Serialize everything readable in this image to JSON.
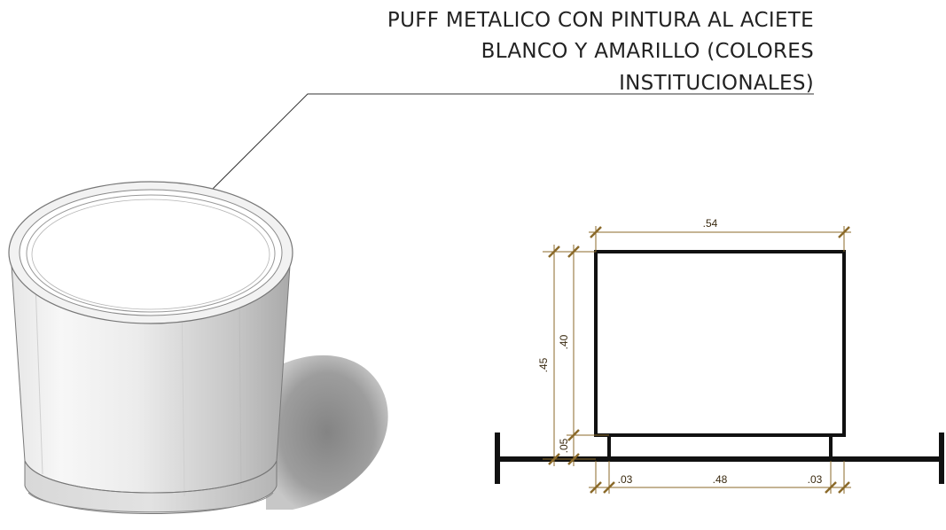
{
  "note": {
    "lines": [
      "PUFF  METALICO CON PINTURA AL ACIETE",
      "BLANCO Y AMARILLO (COLORES",
      "INSTITUCIONALES)"
    ]
  },
  "dimensions": {
    "overall_width": ".54",
    "total_height": ".45",
    "seat_height": ".40",
    "leg_height": ".05",
    "leg_offset_left": ".03",
    "leg_span": ".48",
    "leg_offset_right": ".03"
  },
  "colors": {
    "dimension": "#8b6a2a",
    "outline": "#111111",
    "text": "#222222"
  }
}
